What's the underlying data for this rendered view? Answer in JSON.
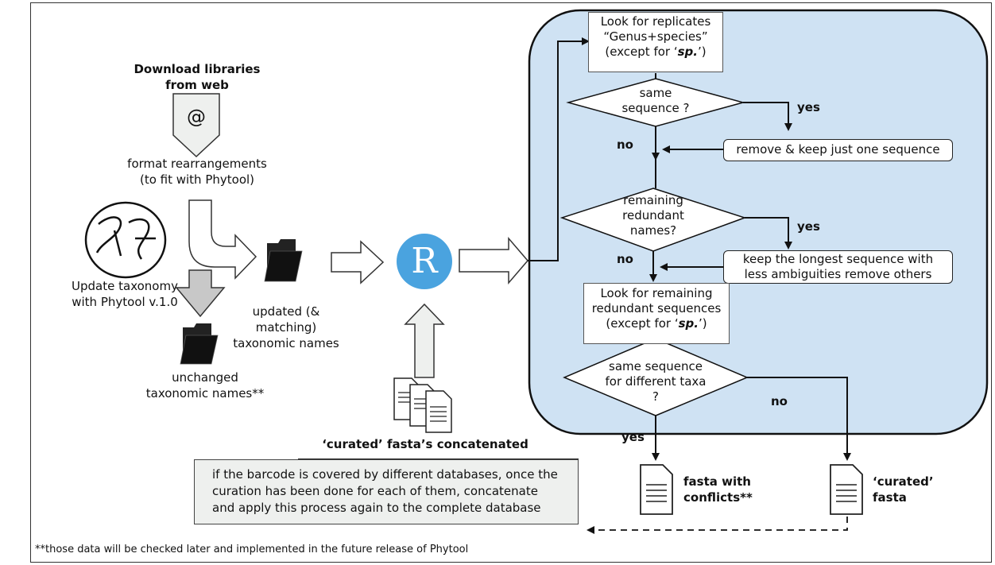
{
  "download": {
    "title": "Download libraries\nfrom web",
    "icon": "at-icon",
    "at_symbol": "@"
  },
  "format_text": "format rearrangements\n(to fit with Phytool)",
  "update_text": "Update taxonomy\nwith Phytool v.1.0",
  "logo_icon": "phytool-logo-icon",
  "updated_names": "updated (& matching)\ntaxonomic names",
  "unchanged_names": "unchanged\ntaxonomic names**",
  "r_logo": {
    "icon": "r-logo-icon",
    "letter": "R"
  },
  "curated_concat": "‘curated’ fasta’s concatenated",
  "flow": {
    "replicates": {
      "line1": "Look for replicates",
      "line2": "“Genus+species”",
      "line3_pre": "(except for ‘",
      "sp": "sp.",
      "line3_post": "’)"
    },
    "diamond1": "same\nsequence ?",
    "yes1": "yes",
    "no1": "no",
    "remove_keep": "remove & keep just one sequence",
    "diamond2": "remaining\nredundant\nnames?",
    "yes2": "yes",
    "no2": "no",
    "keep_longest": "keep the longest sequence with\nless ambiguities remove others",
    "redundant": {
      "line1": "Look for remaining",
      "line2": "redundant sequences",
      "line3_pre": "(except for ‘",
      "sp": "sp.",
      "line3_post": "’)"
    },
    "diamond3": "same sequence\nfor different taxa\n?",
    "no3": "no",
    "yes3": "yes"
  },
  "outputs": {
    "conflicts": "fasta with\nconflicts**",
    "curated": "‘curated’\nfasta"
  },
  "note": "if the barcode is covered by different databases, once the\ncuration has been done for each of them, concatenate\nand apply this process again to the complete database",
  "footnote": "**those data will be checked later and implemented in the future release of Phytool",
  "colors": {
    "panel": "#cfe2f3",
    "r_logo": "#4aa3df",
    "note_bg": "#eef0ee",
    "grey_arrow": "#c8c8c8"
  }
}
